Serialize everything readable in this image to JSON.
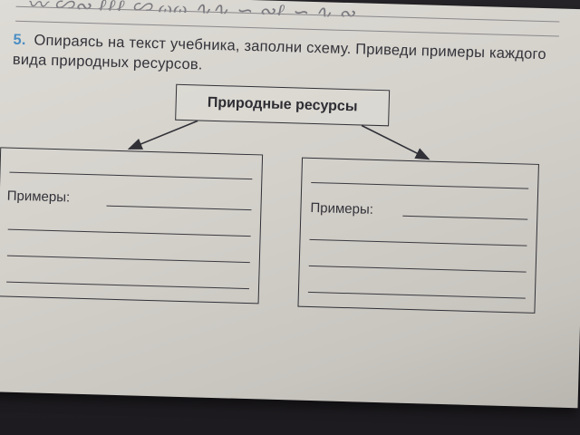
{
  "task": {
    "number": "5.",
    "text": "Опираясь на текст учебника, заполни схему. Приведи примеры каждого вида природных ресурсов."
  },
  "diagram": {
    "title": "Природные ресурсы",
    "left_box": {
      "examples_label": "Примеры:"
    },
    "right_box": {
      "examples_label": "Примеры:"
    }
  },
  "colors": {
    "task_number": "#4a8ec4",
    "ink": "#34333a",
    "paper": "#d8d5cf",
    "background": "#232125"
  }
}
